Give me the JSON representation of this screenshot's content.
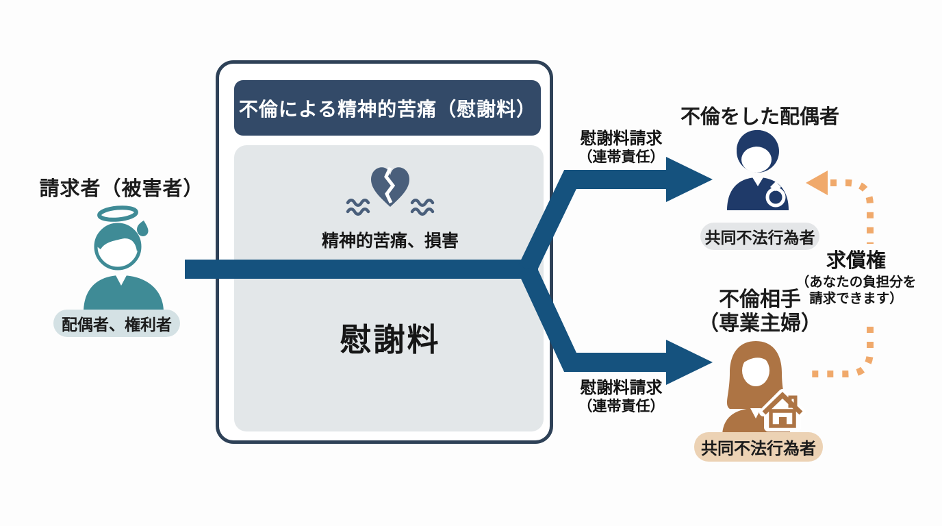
{
  "claimant": {
    "title": "請求者（被害者）",
    "badge": "配偶者、権利者"
  },
  "center_box": {
    "header": "不倫による精神的苦痛（慰謝料）",
    "damage_label": "精神的苦痛、損害",
    "main_label": "慰謝料"
  },
  "claim_arrow_top": {
    "line1": "慰謝料請求",
    "line2": "（連帯責任）"
  },
  "claim_arrow_bottom": {
    "line1": "慰謝料請求",
    "line2": "（連帯責任）"
  },
  "spouse": {
    "title": "不倫をした配偶者",
    "badge": "共同不法行為者"
  },
  "affair_partner": {
    "title_line1": "不倫相手",
    "title_line2": "（専業主婦）",
    "badge": "共同不法行為者"
  },
  "reimbursement": {
    "title": "求償権",
    "subtitle_line1": "（あなたの負担分を",
    "subtitle_line2": "請求できます）"
  },
  "colors": {
    "arrow_navy": "#15527E",
    "box_border_navy": "#2E4157",
    "header_navy": "#334A68",
    "panel_gray": "#E3E7E9",
    "heart_slate": "#4A5F7B",
    "claimant_teal": "#3F8B96",
    "spouse_navy": "#1F3A69",
    "partner_brown": "#AD7444",
    "reimbursement_orange": "#F0A96B",
    "badge_gray_blue": "#D4E1E4",
    "badge_gray": "#E4E6E8",
    "badge_tan": "#ECD2B4"
  }
}
